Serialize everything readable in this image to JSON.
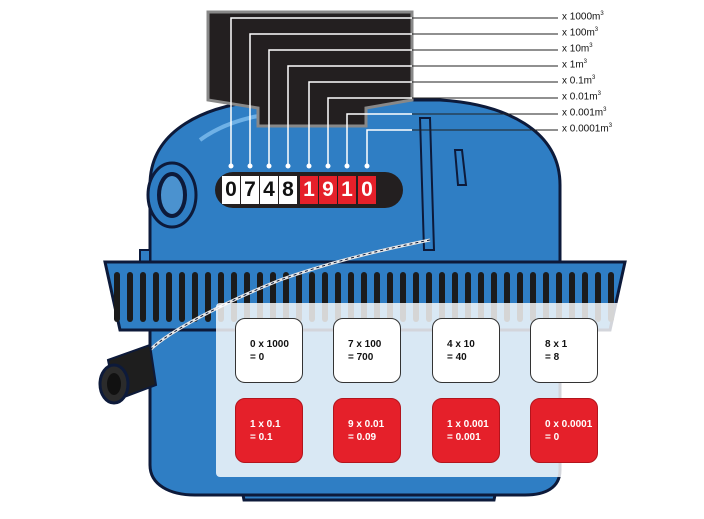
{
  "multipliers": [
    {
      "prefix": "x 1000m",
      "sup": "3"
    },
    {
      "prefix": "x 100m",
      "sup": "3"
    },
    {
      "prefix": "x 10m",
      "sup": "3"
    },
    {
      "prefix": "x 1m",
      "sup": "3"
    },
    {
      "prefix": "x 0.1m",
      "sup": "3"
    },
    {
      "prefix": "x 0.01m",
      "sup": "3"
    },
    {
      "prefix": "x 0.001m",
      "sup": "3"
    },
    {
      "prefix": "x 0.0001m",
      "sup": "3"
    }
  ],
  "digits": [
    {
      "value": "0",
      "color": "black"
    },
    {
      "value": "7",
      "color": "black"
    },
    {
      "value": "4",
      "color": "black"
    },
    {
      "value": "8",
      "color": "black"
    },
    {
      "value": "1",
      "color": "red"
    },
    {
      "value": "9",
      "color": "red"
    },
    {
      "value": "1",
      "color": "red"
    },
    {
      "value": "0",
      "color": "red"
    }
  ],
  "cards": [
    {
      "line1": "0 x 1000",
      "line2": "= 0",
      "style": "white"
    },
    {
      "line1": "7 x 100",
      "line2": "= 700",
      "style": "white"
    },
    {
      "line1": "4 x 10",
      "line2": "= 40",
      "style": "white"
    },
    {
      "line1": "8 x 1",
      "line2": "= 8",
      "style": "white"
    },
    {
      "line1": "1 x 0.1",
      "line2": "= 0.1",
      "style": "red"
    },
    {
      "line1": "9 x 0.01",
      "line2": "= 0.09",
      "style": "red"
    },
    {
      "line1": "1 x 0.001",
      "line2": "= 0.001",
      "style": "red"
    },
    {
      "line1": "0 x 0.0001",
      "line2": "= 0",
      "style": "red"
    }
  ],
  "colors": {
    "meter_blue": "#2f7ec4",
    "meter_dark": "#1b1b1b",
    "outline": "#0d1a3a",
    "digit_red": "#e5202a",
    "cover_black": "#231f20"
  }
}
